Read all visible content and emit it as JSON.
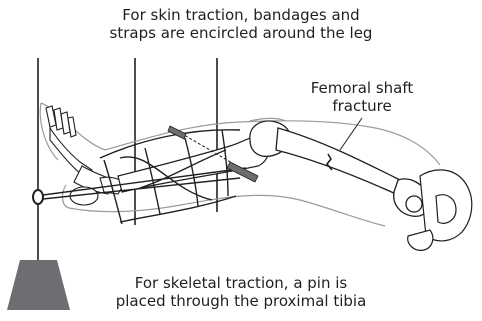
{
  "captions": {
    "skin_traction": {
      "line1": "For skin traction, bandages and",
      "line2": "straps are encircled around the leg"
    },
    "skeletal_traction": {
      "line1": "For skeletal traction, a pin is",
      "line2": "placed through the proximal tibia"
    }
  },
  "labels": {
    "femoral_fracture": {
      "line1": "Femoral shaft",
      "line2": "fracture"
    }
  },
  "colors": {
    "ink": "#231f20",
    "weight": "#6d6e71",
    "limb_outline": "#9a9a9a",
    "bone_fill": "#ffffff",
    "background": "#ffffff"
  }
}
